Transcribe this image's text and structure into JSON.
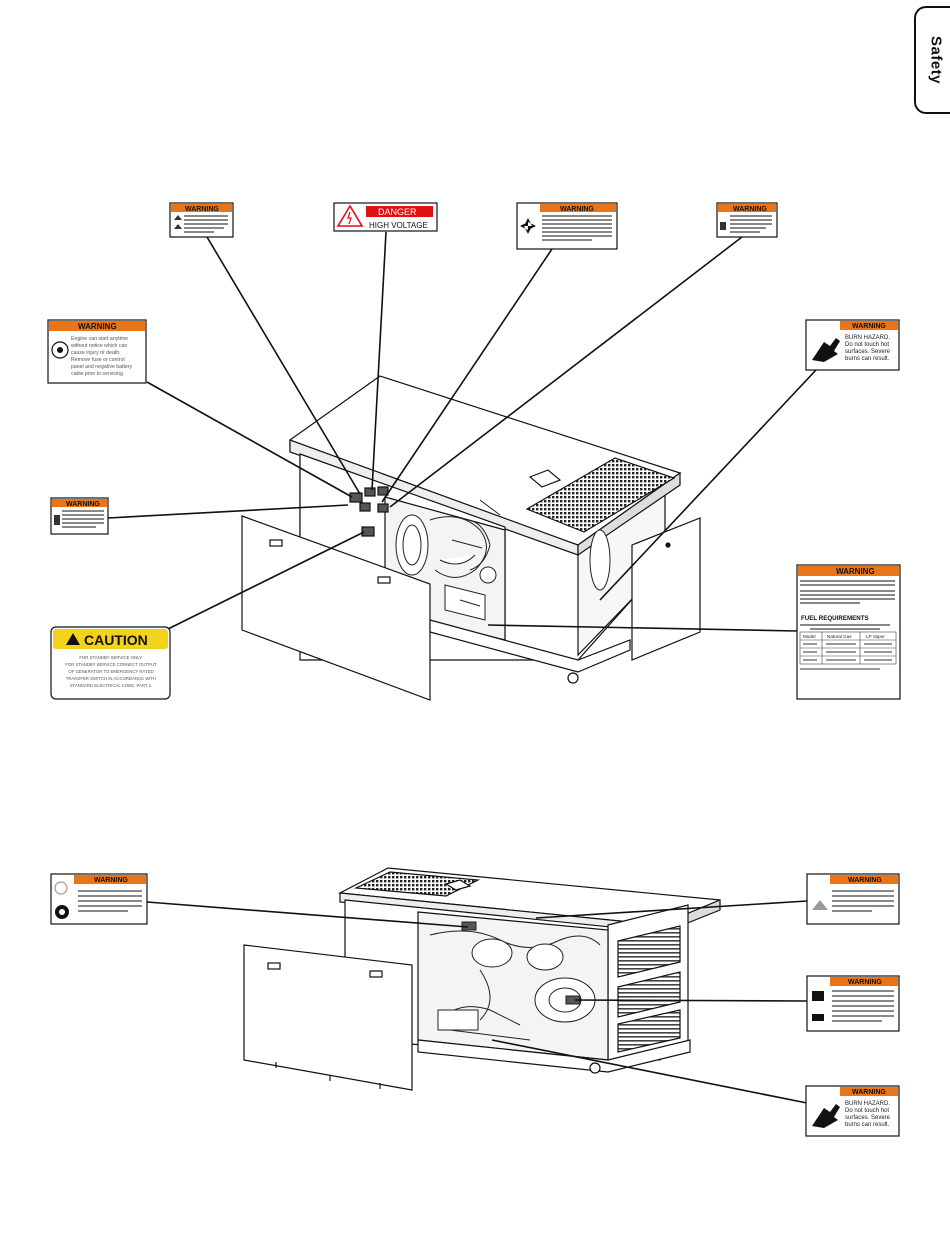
{
  "tab": {
    "label": "Safety"
  },
  "labels": {
    "warning": "WARNING",
    "danger": "DANGER",
    "high_voltage": "HIGH VOLTAGE",
    "caution": "CAUTION",
    "burn_hazard": [
      "BURN HAZARD.",
      "Do not touch hot",
      "surfaces. Severe",
      "burns can result."
    ],
    "engine_start": [
      "Engine can start anytime",
      "without notice which can",
      "cause injury or death.",
      "Remove fuse or control",
      "panel and negative battery",
      "cable prior to servicing."
    ],
    "caution_text": [
      "FOR STANDBY SERVICE ONLY.",
      "FOR STANDBY SERVICE CONNECT OUTPUT",
      "OF GENERATOR TO EMERGENCY RATED",
      "TRANSFER SWITCH IN ACCORDANCE WITH",
      "STANDARD ELECTRICAL CODE, PART 1."
    ],
    "fuel_title": "FUEL REQUIREMENTS",
    "fuel_headers": [
      "Model",
      "Natural Gas",
      "LP Vapor"
    ]
  }
}
